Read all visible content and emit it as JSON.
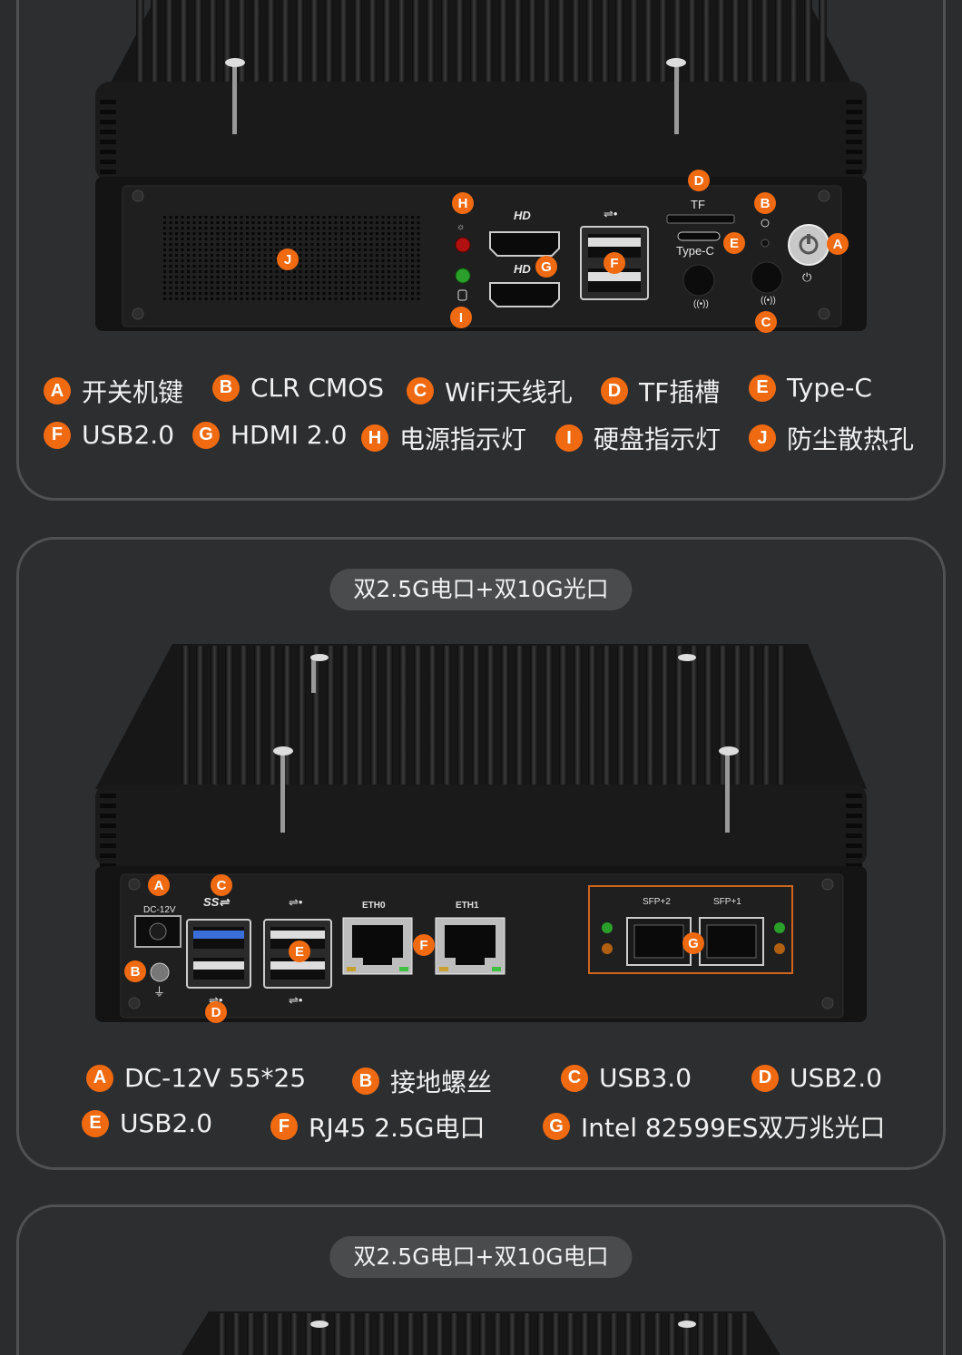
{
  "section1": {
    "device_labels": {
      "tf": "TF",
      "typec": "Type-C"
    },
    "legend": [
      {
        "letter": "A",
        "text": "开关机键"
      },
      {
        "letter": "B",
        "text": "CLR CMOS"
      },
      {
        "letter": "C",
        "text": "WiFi天线孔"
      },
      {
        "letter": "D",
        "text": "TF插槽"
      },
      {
        "letter": "E",
        "text": "Type-C"
      },
      {
        "letter": "F",
        "text": "USB2.0"
      },
      {
        "letter": "G",
        "text": "HDMI 2.0"
      },
      {
        "letter": "H",
        "text": "电源指示灯"
      },
      {
        "letter": "I",
        "text": "硬盘指示灯"
      },
      {
        "letter": "J",
        "text": "防尘散热孔"
      }
    ]
  },
  "section2": {
    "title": "双2.5G电口+双10G光口",
    "device_labels": {
      "dc": "DC-12V",
      "eth0": "ETH0",
      "eth1": "ETH1",
      "sfp2": "SFP+2",
      "sfp1": "SFP+1"
    },
    "legend": [
      {
        "letter": "A",
        "text": "DC-12V 55*25"
      },
      {
        "letter": "B",
        "text": "接地螺丝"
      },
      {
        "letter": "C",
        "text": "USB3.0"
      },
      {
        "letter": "D",
        "text": "USB2.0"
      },
      {
        "letter": "E",
        "text": "USB2.0"
      },
      {
        "letter": "F",
        "text": "RJ45 2.5G电口"
      },
      {
        "letter": "G",
        "text": "Intel 82599ES双万兆光口"
      }
    ]
  },
  "section3": {
    "title": "双2.5G电口+双10G电口"
  },
  "colors": {
    "accent": "#f06a12",
    "panel_border": "#505153",
    "background": "#2b2c2e"
  }
}
